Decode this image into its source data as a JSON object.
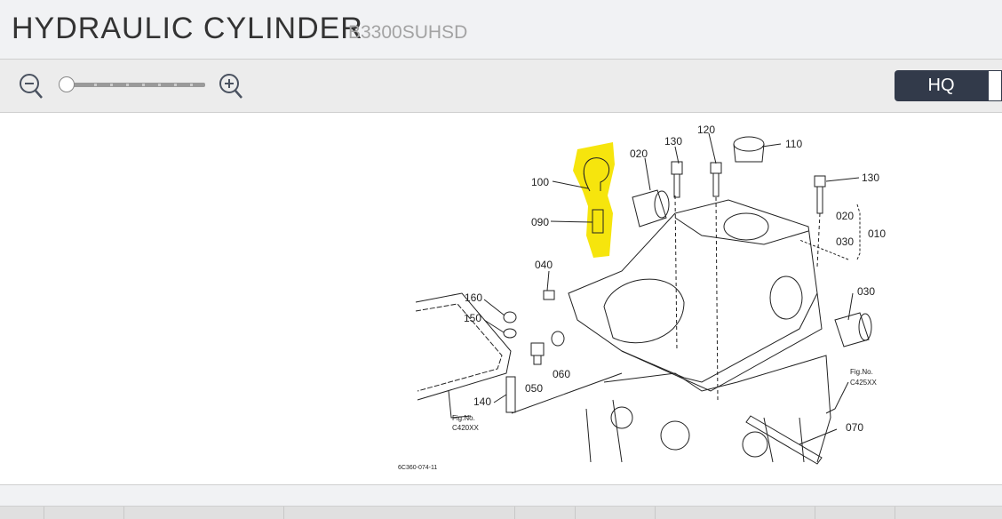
{
  "header": {
    "title": "HYDRAULIC CYLINDER",
    "model": "B3300SUHSD"
  },
  "toolbar": {
    "zoom_out_icon": "zoom-out-icon",
    "zoom_in_icon": "zoom-in-icon",
    "zoom_level": 0,
    "hq_label": "HQ"
  },
  "diagram": {
    "highlight_color": "#f5e400",
    "callouts": {
      "c130a": "130",
      "c120": "120",
      "c110": "110",
      "c020a": "020",
      "c100": "100",
      "c130b": "130",
      "c090": "090",
      "c020b": "020",
      "c010": "010",
      "c030a": "030",
      "c040": "040",
      "c030b": "030",
      "c160": "160",
      "c150": "150",
      "c050": "050",
      "c060": "060",
      "c140": "140",
      "c070": "070"
    },
    "fig_left": {
      "label": "Fig.No.",
      "code": "C420XX"
    },
    "fig_right": {
      "label": "Fig.No.",
      "code": "C425XX"
    },
    "drawing_code": "6C360-074-11"
  }
}
